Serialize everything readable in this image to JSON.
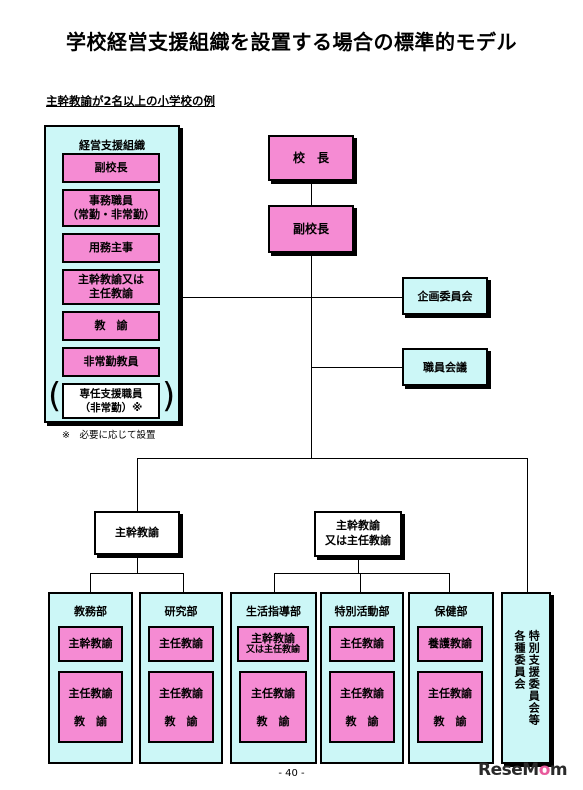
{
  "title": "学校経営支援組織を設置する場合の標準的モデル",
  "subtitle": "主幹教諭が2名以上の小学校の例",
  "support_org": {
    "heading": "経営支援組織",
    "items": [
      "副校長",
      "事務職員",
      "（常勤・非常勤）",
      "用務主事",
      "主幹教諭又は",
      "主任教諭",
      "教　諭",
      "非常勤教員",
      "専任支援職員",
      "（非常勤）※"
    ],
    "footnote": "※　必要に応じて設置"
  },
  "nodes": {
    "principal": "校　長",
    "vice_principal": "副校長",
    "planning_committee": "企画委員会",
    "staff_meeting": "職員会議",
    "left_lead": "主幹教諭",
    "mid_lead_line1": "主幹教諭",
    "mid_lead_line2": "又は主任教諭"
  },
  "departments": [
    {
      "name": "教務部",
      "top": "主幹教諭",
      "bottom": [
        "主任教諭",
        "教　諭"
      ]
    },
    {
      "name": "研究部",
      "top": "主任教諭",
      "bottom": [
        "主任教諭",
        "教　諭"
      ]
    },
    {
      "name": "生活指導部",
      "top": "主幹教諭",
      "top_line2": "又は主任教諭",
      "bottom": [
        "主任教諭",
        "教　諭"
      ]
    },
    {
      "name": "特別活動部",
      "top": "主任教諭",
      "bottom": [
        "主任教諭",
        "教　諭"
      ]
    },
    {
      "name": "保健部",
      "top": "養護教諭",
      "bottom": [
        "主任教諭",
        "教　諭"
      ]
    }
  ],
  "committees": [
    "特別支援委員会等",
    "各種委員会"
  ],
  "page_number": "- 40 -",
  "brand": {
    "pre": "Rese",
    "mid": "M",
    "o": "o",
    "post": "m"
  }
}
